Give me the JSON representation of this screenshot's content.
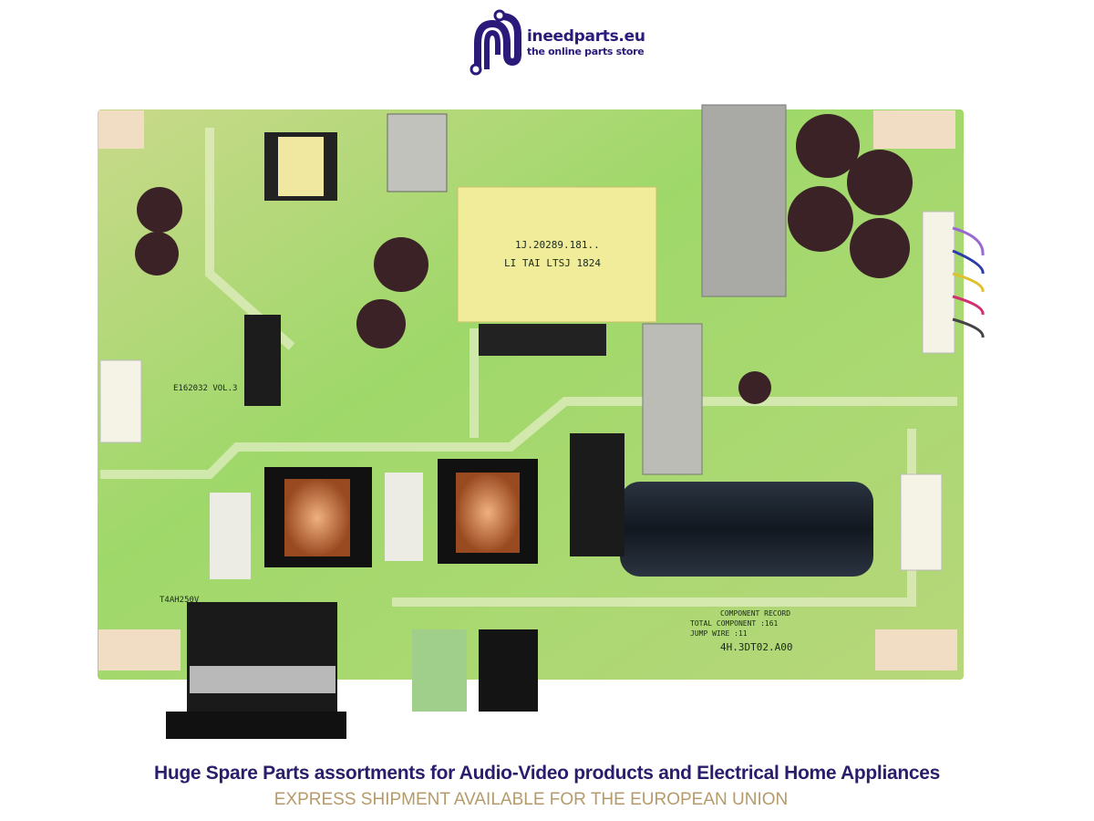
{
  "logo": {
    "name": "ineedparts.eu",
    "tagline": "the online parts store",
    "color": "#2b1a7a"
  },
  "board_labels": {
    "transformer_line1": "1J.20289.181..",
    "transformer_line2": "LI TAI LTSJ 1824",
    "model": "4H.3DT02.A00",
    "record_title": "COMPONENT RECORD",
    "record_total": "TOTAL COMPONENT :161",
    "record_jump": "JUMP WIRE :11",
    "fuse": "T4AH250V",
    "ic_label": "E162032 VOL.3"
  },
  "footer": {
    "headline": "Huge Spare Parts assortments for Audio-Video products and Electrical Home Appliances",
    "subline": "EXPRESS SHIPMENT AVAILABLE FOR THE EUROPEAN UNION",
    "headline_color": "#2b1d6b",
    "subline_color": "#b59a6a"
  }
}
